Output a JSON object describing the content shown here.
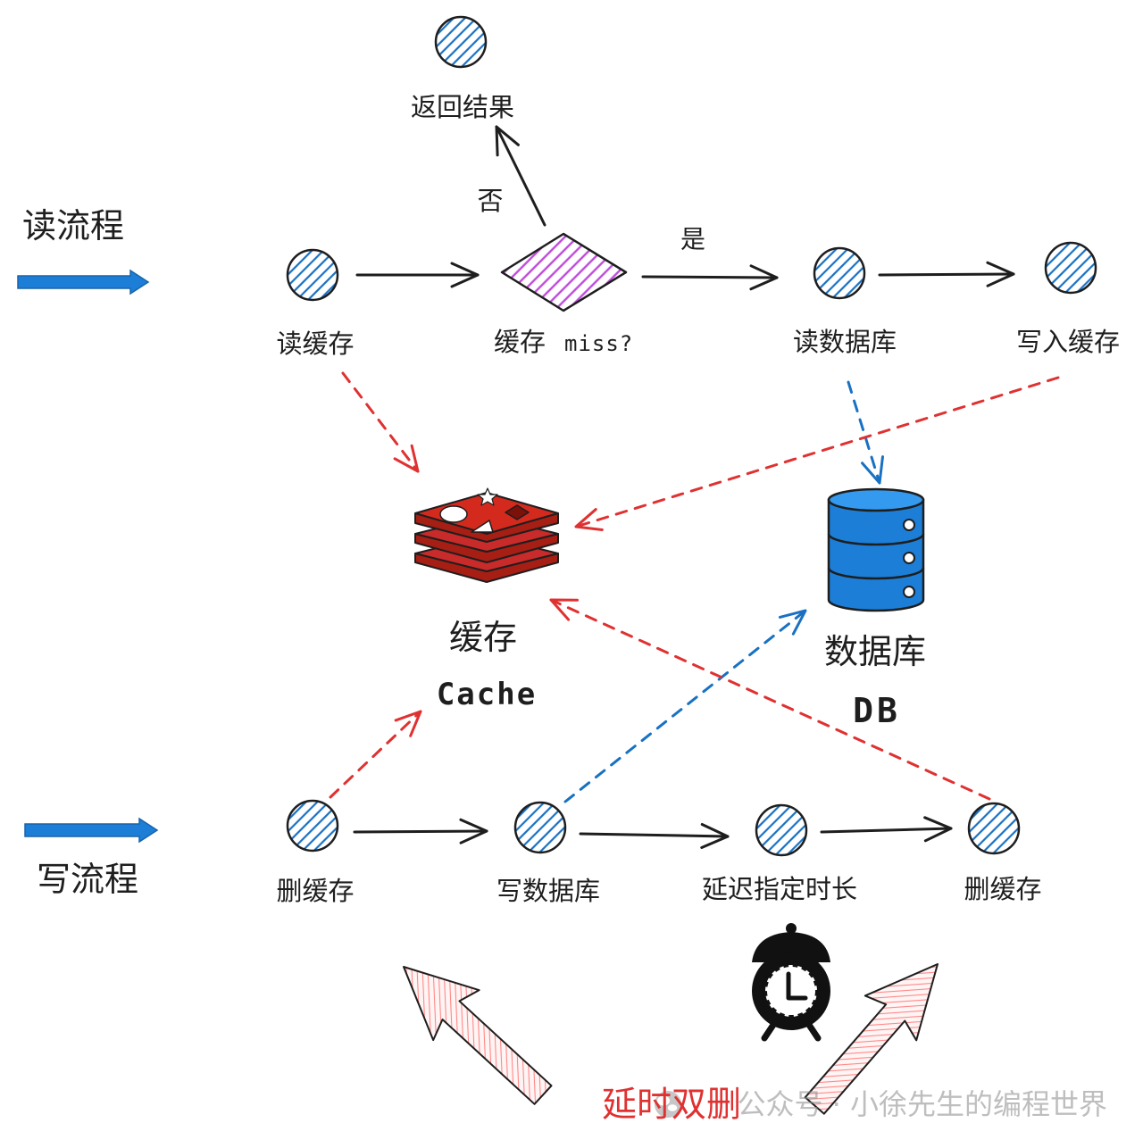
{
  "read_flow": {
    "title": "读流程",
    "nodes": {
      "read_cache": "读缓存",
      "decision": "缓存",
      "decision_suffix": "miss?",
      "read_db": "读数据库",
      "write_cache": "写入缓存",
      "return_result": "返回结果"
    },
    "edge_labels": {
      "yes": "是",
      "no": "否"
    }
  },
  "storage": {
    "cache_label": "缓存",
    "cache_label_en": "Cache",
    "db_label": "数据库",
    "db_label_en": "DB"
  },
  "write_flow": {
    "title": "写流程",
    "nodes": [
      "删缓存",
      "写数据库",
      "延迟指定时长",
      "删缓存"
    ]
  },
  "caption": "延时双删",
  "watermark": "公众号 · 小徐先生的编程世界",
  "icons": {
    "cache": "redis-icon",
    "database": "database-cylinder-icon",
    "timer": "alarm-clock-icon",
    "watermark": "wechat-icon"
  },
  "colors": {
    "node_hatch": "#1971c2",
    "decision_hatch": "#be4bdb",
    "cache_access": "#e03131",
    "db_access": "#1971c2",
    "stage_arrow": "#1c7ed6",
    "caption": "#e03131",
    "highlight_arrow": "#ff8787"
  }
}
